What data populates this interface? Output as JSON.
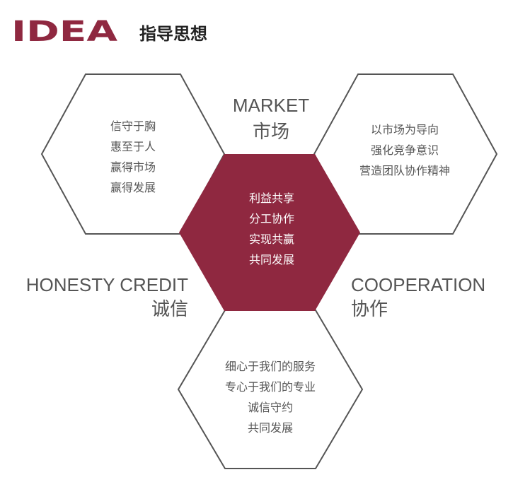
{
  "header": {
    "logo": "IDEA",
    "title": "指导思想"
  },
  "colors": {
    "brand": "#8f2840",
    "hex_outline": "#555555",
    "text": "#555555",
    "center_text": "#ffffff"
  },
  "labels": {
    "market_en": "MARKET",
    "market_zh": "市场",
    "honesty_en": "HONESTY CREDIT",
    "honesty_zh": "诚信",
    "cooperation_en": "COOPERATION",
    "cooperation_zh": "协作"
  },
  "hexagons": {
    "left": [
      "信守于胸",
      "惠至于人",
      "赢得市场",
      "赢得发展"
    ],
    "right": [
      "以市场为导向",
      "强化竞争意识",
      "营造团队协作精神"
    ],
    "center": [
      "利益共享",
      "分工协作",
      "实现共赢",
      "共同发展"
    ],
    "bottom": [
      "细心于我们的服务",
      "专心于我们的专业",
      "诚信守约",
      "共同发展"
    ]
  }
}
